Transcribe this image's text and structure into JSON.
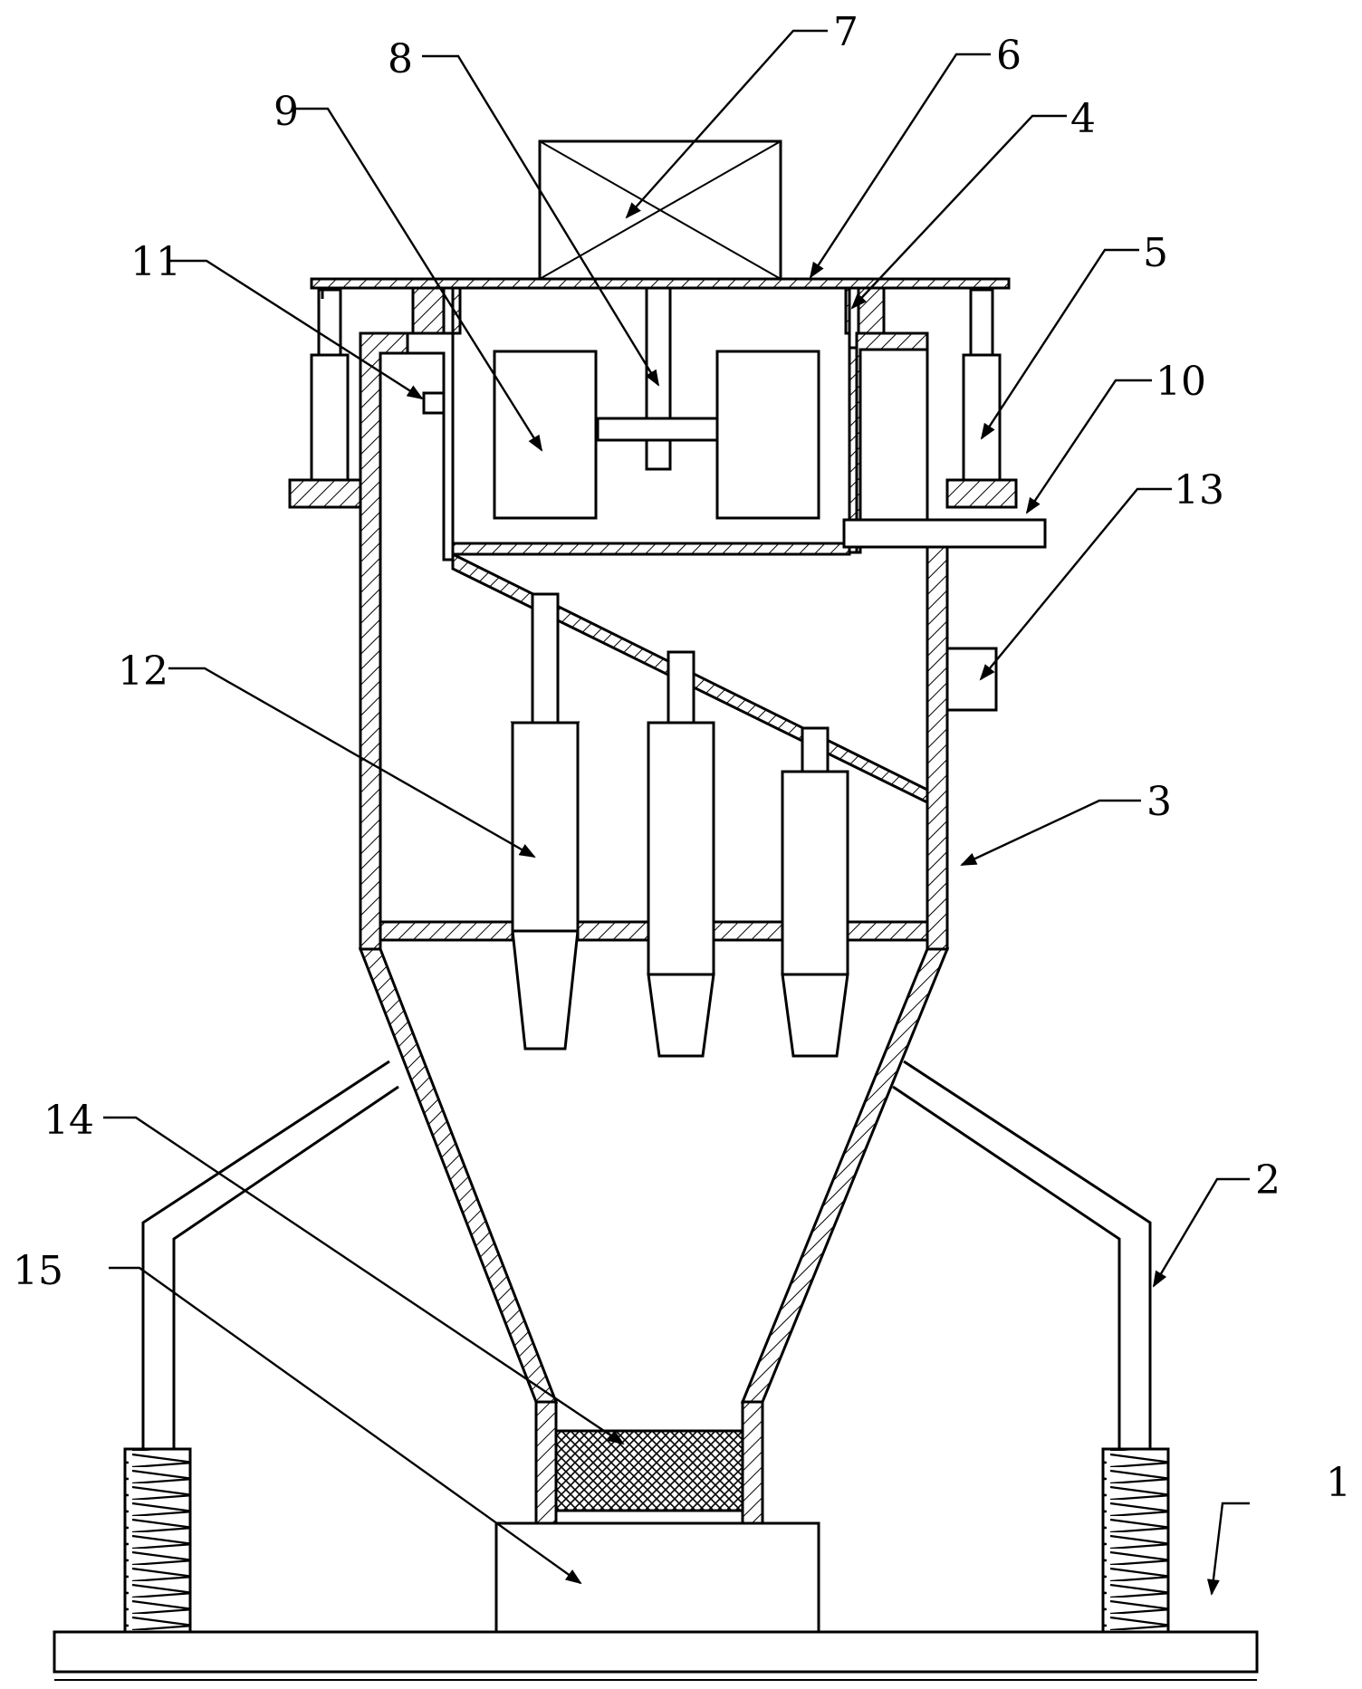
{
  "figure": {
    "type": "mechanical schematic",
    "callouts": [
      {
        "id": "c1",
        "label": "1"
      },
      {
        "id": "c2",
        "label": "2"
      },
      {
        "id": "c3",
        "label": "3"
      },
      {
        "id": "c4",
        "label": "4"
      },
      {
        "id": "c5",
        "label": "5"
      },
      {
        "id": "c6",
        "label": "6"
      },
      {
        "id": "c7",
        "label": "7"
      },
      {
        "id": "c8",
        "label": "8"
      },
      {
        "id": "c9",
        "label": "9"
      },
      {
        "id": "c10",
        "label": "10"
      },
      {
        "id": "c11",
        "label": "11"
      },
      {
        "id": "c12",
        "label": "12"
      },
      {
        "id": "c13",
        "label": "13"
      },
      {
        "id": "c14",
        "label": "14"
      },
      {
        "id": "c15",
        "label": "15"
      }
    ]
  }
}
